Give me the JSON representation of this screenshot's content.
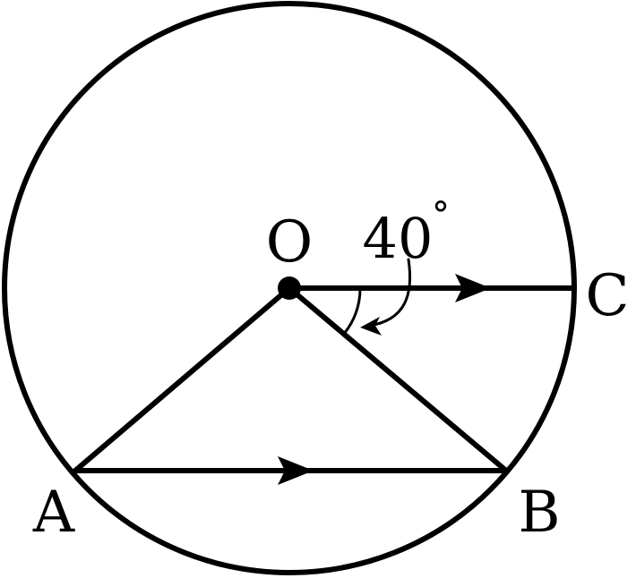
{
  "points": {
    "center": "O",
    "a": "A",
    "b": "B",
    "c": "C"
  },
  "angle": {
    "value": "40",
    "unit": "°"
  },
  "colors": {
    "ink": "#000000",
    "background": "#ffffff"
  }
}
